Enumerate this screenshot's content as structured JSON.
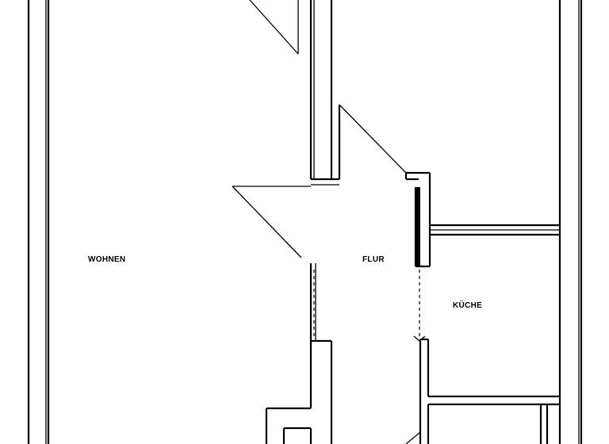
{
  "rooms": {
    "wohnen": "WOHNEN",
    "flur": "FLUR",
    "kueche": "KÜCHE"
  },
  "colors": {
    "line": "#000000",
    "background": "#ffffff"
  }
}
